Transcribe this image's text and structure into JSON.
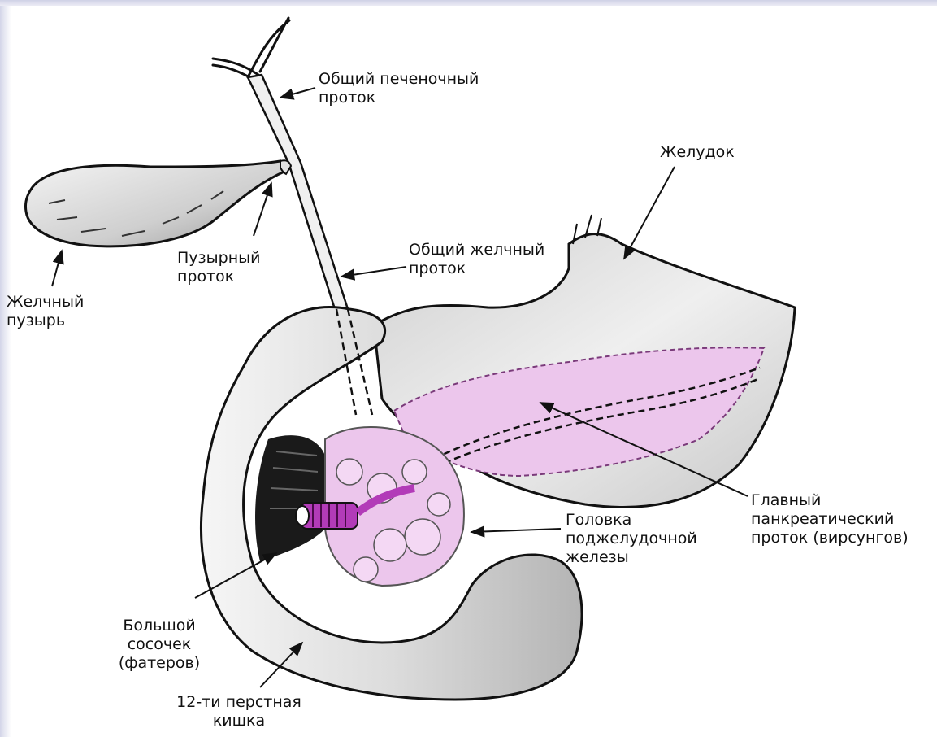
{
  "diagram": {
    "labels": {
      "common_hepatic_duct": [
        "Общий печеночный",
        "проток"
      ],
      "stomach": "Желудок",
      "gallbladder": [
        "Желчный",
        "пузырь"
      ],
      "cystic_duct": [
        "Пузырный",
        "проток"
      ],
      "common_bile_duct": [
        "Общий желчный",
        "проток"
      ],
      "main_pancreatic_duct": [
        "Главный",
        "панкреатический",
        "проток (вирсунгов)"
      ],
      "pancreas_head": [
        "Головка",
        "поджелудочной",
        "железы"
      ],
      "major_papilla": [
        "Большой",
        "сосочек",
        "(фатеров)"
      ],
      "duodenum": [
        "12-ти перстная",
        "кишка"
      ]
    },
    "colors": {
      "pancreas": "#ecc6ec",
      "pancreas_dark": "#b23bb8",
      "organ_fill": "#e4e4e4",
      "outline": "#111111"
    }
  }
}
